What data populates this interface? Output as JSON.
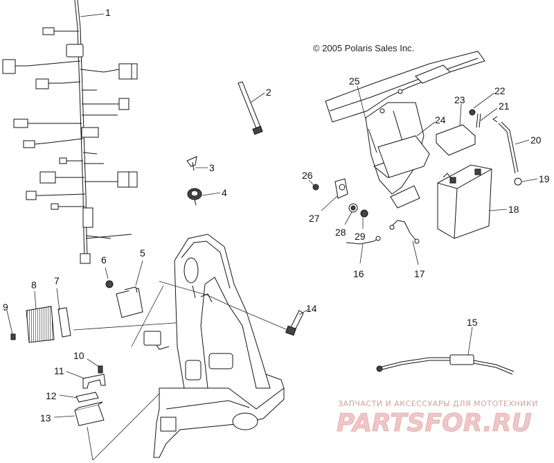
{
  "copyright": "© 2005 Polaris Sales Inc.",
  "watermark": {
    "tagline": "ЗАПЧАСТИ И АКСЕССУАРЫ ДЛЯ МОТОТЕХНИКИ",
    "logo_text": "PARTSFOR.RU"
  },
  "callouts": [
    "1",
    "2",
    "3",
    "4",
    "5",
    "6",
    "7",
    "8",
    "9",
    "10",
    "11",
    "12",
    "13",
    "14",
    "15",
    "16",
    "17",
    "18",
    "19",
    "20",
    "21",
    "22",
    "23",
    "24",
    "25",
    "26",
    "27",
    "28",
    "29"
  ]
}
